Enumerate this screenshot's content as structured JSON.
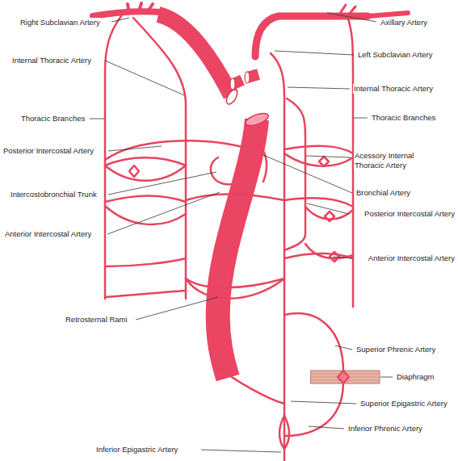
{
  "diagram": {
    "labels": [
      "Right Subclavian Artery",
      "Axillary Artery",
      "Left Subclavian Artery",
      "Internal Thoracic Artery",
      "Internal Thoracic Artery",
      "Thoracic Branches",
      "Thoracic Branches",
      "Posterior Intercostal Artery",
      "Acessory Internal Thoracic Artery",
      "Intercostobronchial Trunk",
      "Bronchial Artery",
      "Posterior Intercostal Artery",
      "Anterior Intercostal Artery",
      "Anterior Intercostal Artery",
      "Retrosternal Rami",
      "Superior Phrenic Artery",
      "Diaphragm",
      "Superior Epigastric Artery",
      "Inferior Phrenic Artery",
      "Inferior Epigastric Artery"
    ]
  }
}
